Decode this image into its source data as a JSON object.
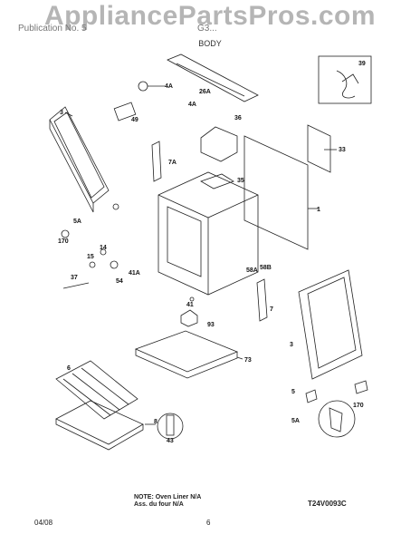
{
  "watermark": "AppliancePartsPros.com",
  "header": {
    "left": "Publication No. 5",
    "right": "G3...",
    "section": "BODY"
  },
  "callouts": [
    "39",
    "4A",
    "26A",
    "4A",
    "36",
    "49",
    "3",
    "33",
    "7A",
    "35",
    "1",
    "5A",
    "170",
    "14",
    "15",
    "54",
    "41A",
    "58A",
    "58B",
    "37",
    "41",
    "7",
    "93",
    "73",
    "3",
    "6",
    "5",
    "5A",
    "170",
    "8",
    "43"
  ],
  "note": {
    "line1": "NOTE: Oven Liner N/A",
    "line2": "Ass. du four N/A"
  },
  "diagram_code": "T24V0093C",
  "footer": {
    "date": "04/08",
    "page": "6"
  }
}
